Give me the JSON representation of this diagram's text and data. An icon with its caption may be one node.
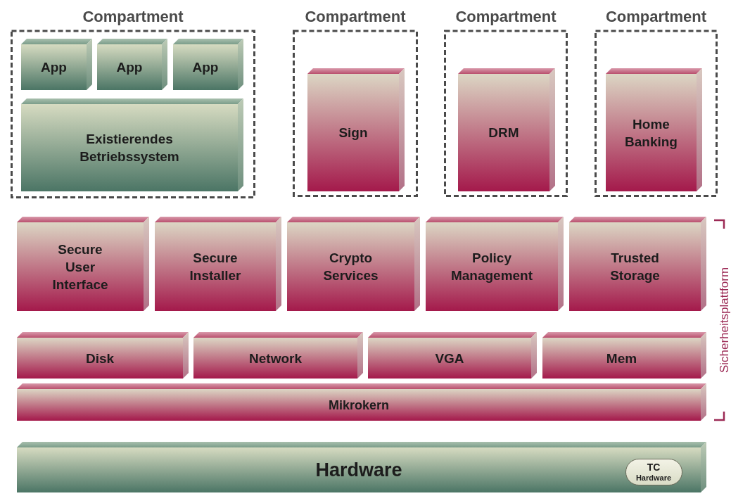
{
  "diagram": {
    "nodes": [
      {
        "text": [
          "Compartment"
        ]
      },
      {
        "text": [
          "App"
        ],
        "in": 0
      },
      {
        "text": [
          "App"
        ],
        "in": 0
      },
      {
        "text": [
          "App"
        ],
        "in": 0
      },
      {
        "text": [
          "Existierendes Betriebssystem"
        ],
        "in": 0
      },
      {
        "text": [
          "Compartment"
        ]
      },
      {
        "text": [
          "Sign"
        ],
        "in": 5
      },
      {
        "text": [
          "Compartment"
        ]
      },
      {
        "text": [
          "DRM"
        ],
        "in": 7
      },
      {
        "text": [
          "Compartment"
        ]
      },
      {
        "text": [
          "Home Banking"
        ],
        "in": 9
      },
      {
        "text": [
          "Secure User Interface"
        ]
      },
      {
        "text": [
          "Secure Installer"
        ]
      },
      {
        "text": [
          "Crypto Services"
        ]
      },
      {
        "text": [
          "Policy Management"
        ]
      },
      {
        "text": [
          "Trusted Storage"
        ]
      },
      {
        "text": [
          "Disk"
        ]
      },
      {
        "text": [
          "Network"
        ]
      },
      {
        "text": [
          "VGA"
        ]
      },
      {
        "text": [
          "Mem"
        ]
      },
      {
        "text": [
          "Mikrokern"
        ]
      },
      {
        "text": [
          "Hardware"
        ]
      },
      {
        "text": [
          "TC",
          "Hardware"
        ],
        "in": 21
      }
    ],
    "edges": [],
    "labels": [
      "Sicherheitsplattform"
    ]
  }
}
